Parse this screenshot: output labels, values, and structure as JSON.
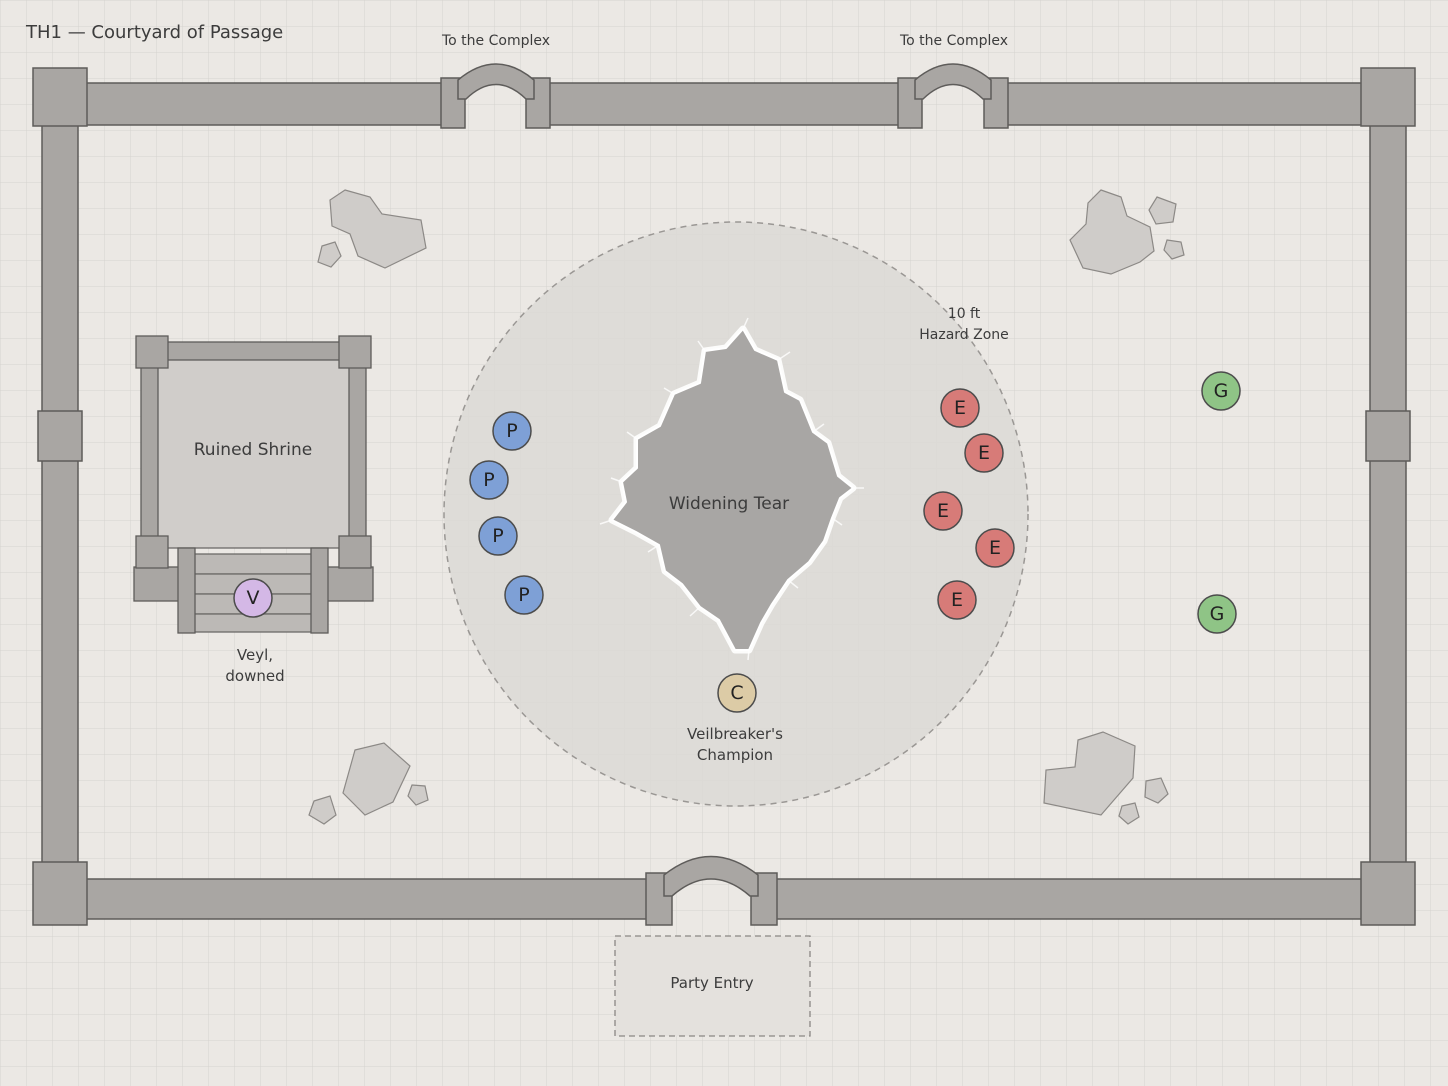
{
  "map": {
    "title": "TH1 — Courtyard of Passage",
    "doors": {
      "north_west": "To the Complex",
      "north_east": "To the Complex"
    },
    "areas": {
      "shrine": "Ruined Shrine",
      "tear": "Widening Tear",
      "hazard_line1": "10 ft",
      "hazard_line2": "Hazard Zone",
      "entry": "Party Entry"
    },
    "npc_labels": {
      "veyl_line1": "Veyl,",
      "veyl_line2": "downed",
      "champion_line1": "Veilbreaker's",
      "champion_line2": "Champion"
    },
    "tokens": {
      "party": "P",
      "enemy": "E",
      "guard": "G",
      "veyl": "V",
      "champion": "C"
    },
    "colors": {
      "party": "#7ea0d6",
      "enemy": "#d77b78",
      "guard": "#8fc486",
      "veyl": "#d4b8e6",
      "champion": "#dccba6",
      "wall": "#a9a6a3",
      "tear": "#a8a6a4"
    }
  }
}
